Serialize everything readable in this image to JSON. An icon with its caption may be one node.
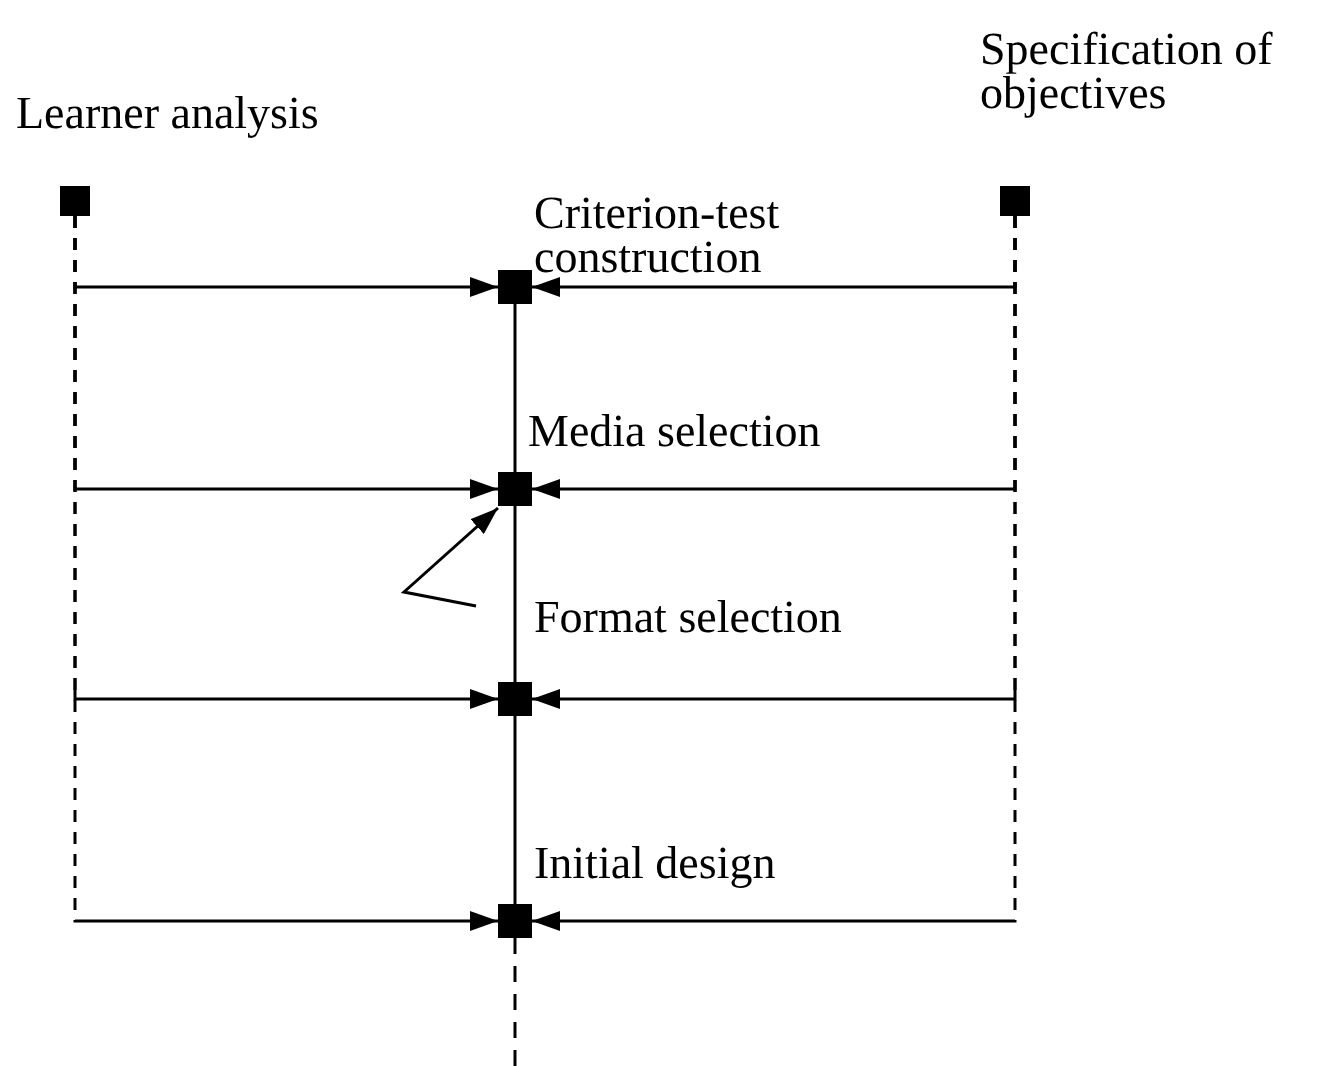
{
  "diagram": {
    "nodes": [
      {
        "text": [
          "Learner analysis"
        ]
      },
      {
        "text": [
          "Specification of objectives"
        ]
      },
      {
        "text": [
          "Criterion-test construction"
        ]
      },
      {
        "text": [
          "Media selection"
        ]
      },
      {
        "text": [
          "Format selection"
        ]
      },
      {
        "text": [
          "Initial design"
        ]
      }
    ],
    "edges": [
      {
        "from": 0,
        "to": 2,
        "arrow": "to",
        "style": "dashed"
      },
      {
        "from": 0,
        "to": 3,
        "arrow": "to",
        "style": "dashed"
      },
      {
        "from": 0,
        "to": 4,
        "arrow": "to",
        "style": "dashed"
      },
      {
        "from": 0,
        "to": 5,
        "arrow": "to",
        "style": "dashed"
      },
      {
        "from": 1,
        "to": 2,
        "arrow": "to",
        "style": "dashed"
      },
      {
        "from": 1,
        "to": 3,
        "arrow": "to",
        "style": "dashed"
      },
      {
        "from": 1,
        "to": 4,
        "arrow": "to",
        "style": "dashed"
      },
      {
        "from": 1,
        "to": 5,
        "arrow": "to",
        "style": "dashed"
      },
      {
        "from": 2,
        "to": 3,
        "arrow": "none"
      },
      {
        "from": 3,
        "to": 4,
        "arrow": "none"
      },
      {
        "from": 4,
        "to": 5,
        "arrow": "none"
      },
      {
        "from": 5,
        "to": null,
        "arrow": "none",
        "style": "dashed"
      },
      {
        "from": null,
        "to": 3,
        "arrow": "to"
      }
    ]
  }
}
